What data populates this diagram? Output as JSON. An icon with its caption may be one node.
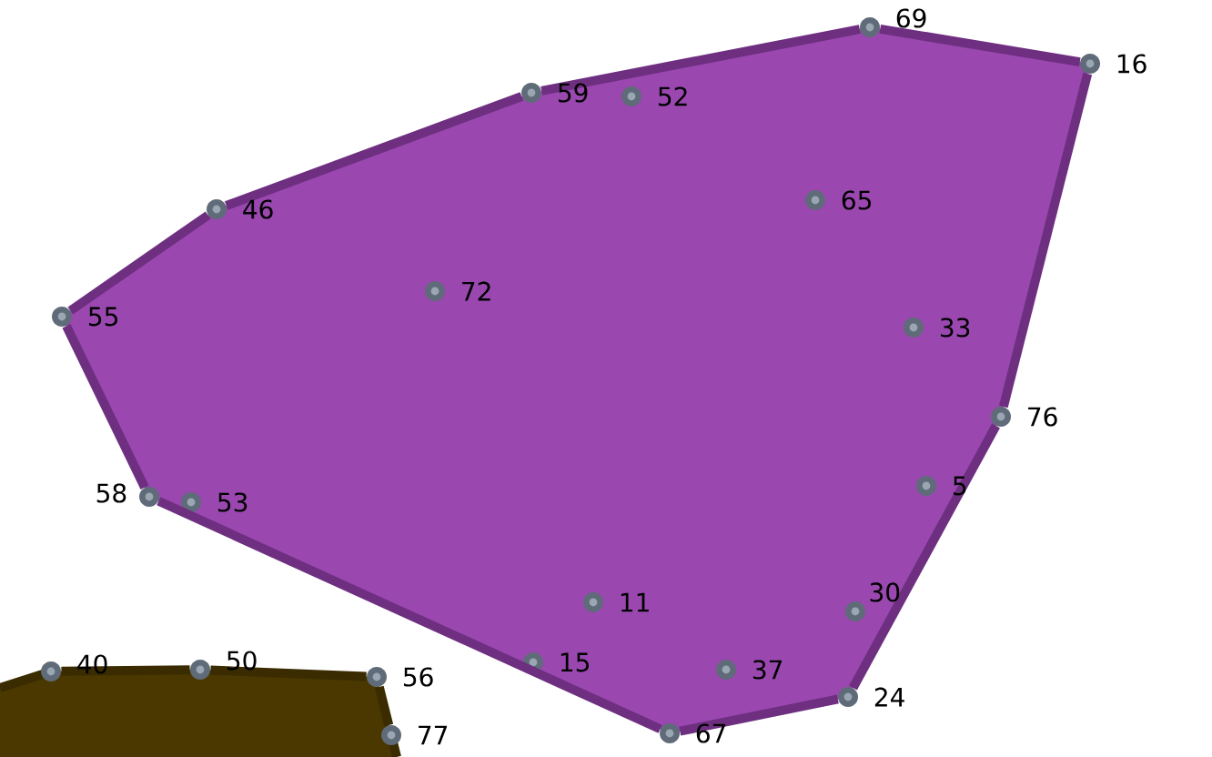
{
  "diagram": {
    "nodes": [
      {
        "text": [],
        "shape": "circle",
        "beside": [
          "69"
        ]
      },
      {
        "text": [],
        "shape": "circle",
        "beside": [
          "16"
        ]
      },
      {
        "text": [],
        "shape": "circle",
        "beside": [
          "59"
        ]
      },
      {
        "text": [],
        "shape": "circle",
        "beside": [
          "52"
        ]
      },
      {
        "text": [],
        "shape": "circle",
        "beside": [
          "65"
        ]
      },
      {
        "text": [],
        "shape": "circle",
        "beside": [
          "46"
        ]
      },
      {
        "text": [],
        "shape": "circle",
        "beside": [
          "72"
        ]
      },
      {
        "text": [],
        "shape": "circle",
        "beside": [
          "55"
        ]
      },
      {
        "text": [],
        "shape": "circle",
        "beside": [
          "33"
        ]
      },
      {
        "text": [],
        "shape": "circle",
        "beside": [
          "76"
        ]
      },
      {
        "text": [],
        "shape": "circle",
        "beside": [
          "5"
        ]
      },
      {
        "text": [],
        "shape": "circle",
        "beside": [
          "58"
        ]
      },
      {
        "text": [],
        "shape": "circle",
        "beside": [
          "53"
        ]
      },
      {
        "text": [],
        "shape": "circle",
        "beside": [
          "11"
        ]
      },
      {
        "text": [],
        "shape": "circle",
        "beside": [
          "30"
        ]
      },
      {
        "text": [],
        "shape": "circle",
        "beside": [
          "40"
        ]
      },
      {
        "text": [],
        "shape": "circle",
        "beside": [
          "50"
        ]
      },
      {
        "text": [],
        "shape": "circle",
        "beside": [
          "56"
        ]
      },
      {
        "text": [],
        "shape": "circle",
        "beside": [
          "15"
        ]
      },
      {
        "text": [],
        "shape": "circle",
        "beside": [
          "37"
        ]
      },
      {
        "text": [],
        "shape": "circle",
        "beside": [
          "24"
        ]
      },
      {
        "text": [],
        "shape": "circle",
        "beside": [
          "67"
        ]
      },
      {
        "text": [],
        "shape": "circle",
        "beside": [
          "77"
        ]
      }
    ],
    "edges": [
      {
        "from": 0,
        "to": 1,
        "arrow": "none"
      },
      {
        "from": 1,
        "to": 9,
        "arrow": "none"
      },
      {
        "from": 9,
        "to": 20,
        "arrow": "none"
      },
      {
        "from": 20,
        "to": 21,
        "arrow": "none"
      },
      {
        "from": 21,
        "to": 11,
        "arrow": "none"
      },
      {
        "from": 11,
        "to": 7,
        "arrow": "none"
      },
      {
        "from": 7,
        "to": 5,
        "arrow": "none"
      },
      {
        "from": 5,
        "to": 2,
        "arrow": "none"
      },
      {
        "from": 2,
        "to": 0,
        "arrow": "none"
      },
      {
        "from": 15,
        "to": 16,
        "arrow": "none",
        "color": "#3a2c00"
      },
      {
        "from": 16,
        "to": 17,
        "arrow": "none",
        "color": "#3a2c00"
      },
      {
        "from": 17,
        "to": 22,
        "arrow": "none",
        "color": "#3a2c00"
      }
    ]
  }
}
